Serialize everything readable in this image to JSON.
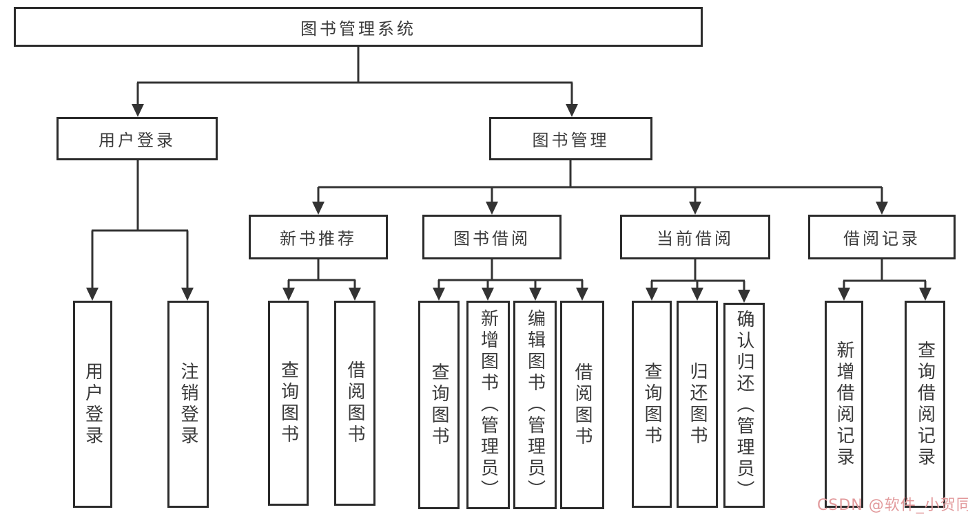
{
  "tree": {
    "label": "图书管理系统",
    "children": [
      {
        "label": "用户登录",
        "children": [
          {
            "label": "用户登录"
          },
          {
            "label": "注销登录"
          }
        ]
      },
      {
        "label": "图书管理",
        "children": [
          {
            "label": "新书推荐",
            "children": [
              {
                "label": "查询图书"
              },
              {
                "label": "借阅图书"
              }
            ]
          },
          {
            "label": "图书借阅",
            "children": [
              {
                "label": "查询图书"
              },
              {
                "label": "新增图书（管理员）"
              },
              {
                "label": "编辑图书（管理员）"
              },
              {
                "label": "借阅图书"
              }
            ]
          },
          {
            "label": "当前借阅",
            "children": [
              {
                "label": "查询图书"
              },
              {
                "label": "归还图书"
              },
              {
                "label": "确认归还（管理员）"
              }
            ]
          },
          {
            "label": "借阅记录",
            "children": [
              {
                "label": "新增借阅记录"
              },
              {
                "label": "查询借阅记录"
              }
            ]
          }
        ]
      }
    ]
  },
  "watermark": {
    "text": "CSDN @软件_小贺同学"
  },
  "colors": {
    "line": "#333333",
    "border": "#2b2b2b",
    "text": "#3a3a3a",
    "watermark": "#e2999b",
    "background": "#ffffff"
  }
}
